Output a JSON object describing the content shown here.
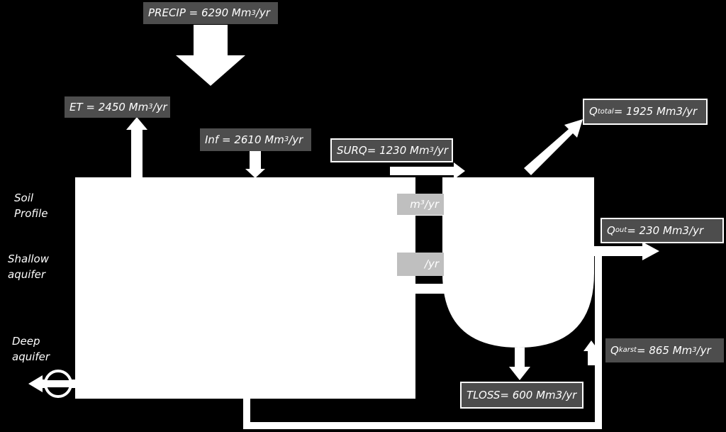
{
  "side_labels": {
    "soil_line1": "Soil",
    "soil_line2": "Profile",
    "shallow_line1": "Shallow",
    "shallow_line2": "aquifer",
    "deep_line1": "Deep",
    "deep_line2": "aquifer"
  },
  "flows": {
    "precip": {
      "prefix": "PRECIP =  6290 Mm",
      "sup": "3",
      "suffix": "/yr"
    },
    "et": {
      "prefix": "ET = 2450 Mm",
      "sup": "3",
      "suffix": "/yr"
    },
    "inf": {
      "prefix": "Inf = 2610 Mm",
      "sup": "3",
      "suffix": "/yr"
    },
    "surq": {
      "prefix": "SURQ= 1230 Mm",
      "sup": "3",
      "suffix": "/yr"
    },
    "lat_partial": "m³/yr",
    "gw_partial": "/yr",
    "q_total": {
      "base": "Q",
      "sub": "total",
      "value": "= 1925 Mm3/yr"
    },
    "q_out": {
      "base": "Q",
      "sub": "out",
      "value": "= 230 Mm3/yr"
    },
    "q_karst": {
      "base": "Q",
      "sub": "karst",
      "prefix": "= 865 Mm",
      "sup": "3",
      "suffix": "/yr"
    },
    "tloss": "TLOSS= 600 Mm3/yr"
  },
  "colors": {
    "background": "#000000",
    "shape": "#ffffff",
    "label_fill": "#4d4d4d",
    "label_fill_light": "#bfbfbf"
  }
}
